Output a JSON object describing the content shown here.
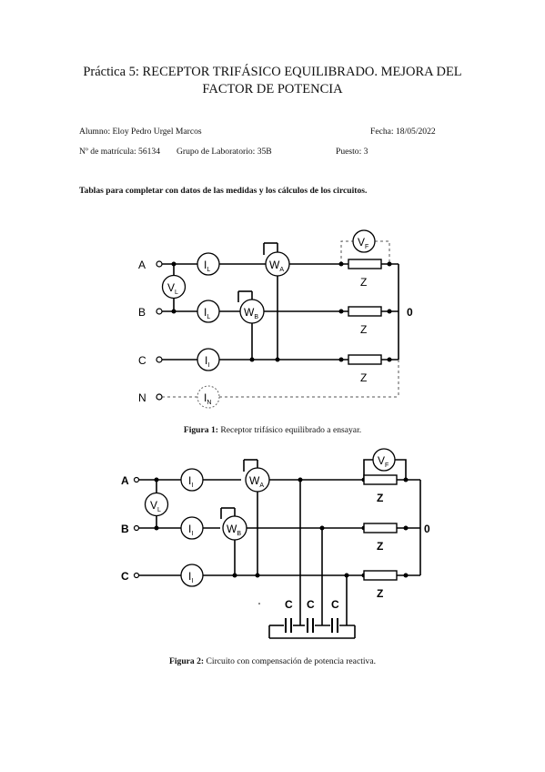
{
  "header": {
    "title_line1": "Práctica 5: RECEPTOR TRIFÁSICO EQUILIBRADO. MEJORA DEL",
    "title_line2": "FACTOR DE POTENCIA"
  },
  "info": {
    "alumno": "Alumno: Eloy Pedro Urgel Marcos",
    "fecha": "Fecha: 18/05/2022",
    "matricula": "Nº de matrícula: 56134",
    "grupo": "Grupo de Laboratorio: 35B",
    "puesto": "Puesto: 3"
  },
  "instructions": "Tablas para completar con datos de las medidas y los cálculos de los circuitos.",
  "figure1": {
    "phases": [
      "A",
      "B",
      "C",
      "N"
    ],
    "neutral_point": "0",
    "impedance": "Z",
    "meters": {
      "vl": "V",
      "vl_sub": "L",
      "vf": "V",
      "vf_sub": "F",
      "wa": "W",
      "wa_sub": "A",
      "wb": "W",
      "wb_sub": "B",
      "il": "I",
      "il_sub": "L",
      "ii": "I",
      "ii_sub": "I",
      "in": "I",
      "in_sub": "N"
    },
    "caption_label": "Figura 1:",
    "caption_text": "Receptor trifásico equilibrado a ensayar."
  },
  "figure2": {
    "phases": [
      "A",
      "B",
      "C"
    ],
    "neutral_point": "0",
    "impedance": "Z",
    "capacitor": "C",
    "meters": {
      "vl": "V",
      "vl_sub": "L",
      "vf": "V",
      "vf_sub": "F",
      "wa": "W",
      "wa_sub": "A",
      "wb": "W",
      "wb_sub": "B",
      "ii": "I",
      "ii_sub": "I"
    },
    "caption_label": "Figura 2:",
    "caption_text": "Circuito con compensación de potencia reactiva."
  }
}
